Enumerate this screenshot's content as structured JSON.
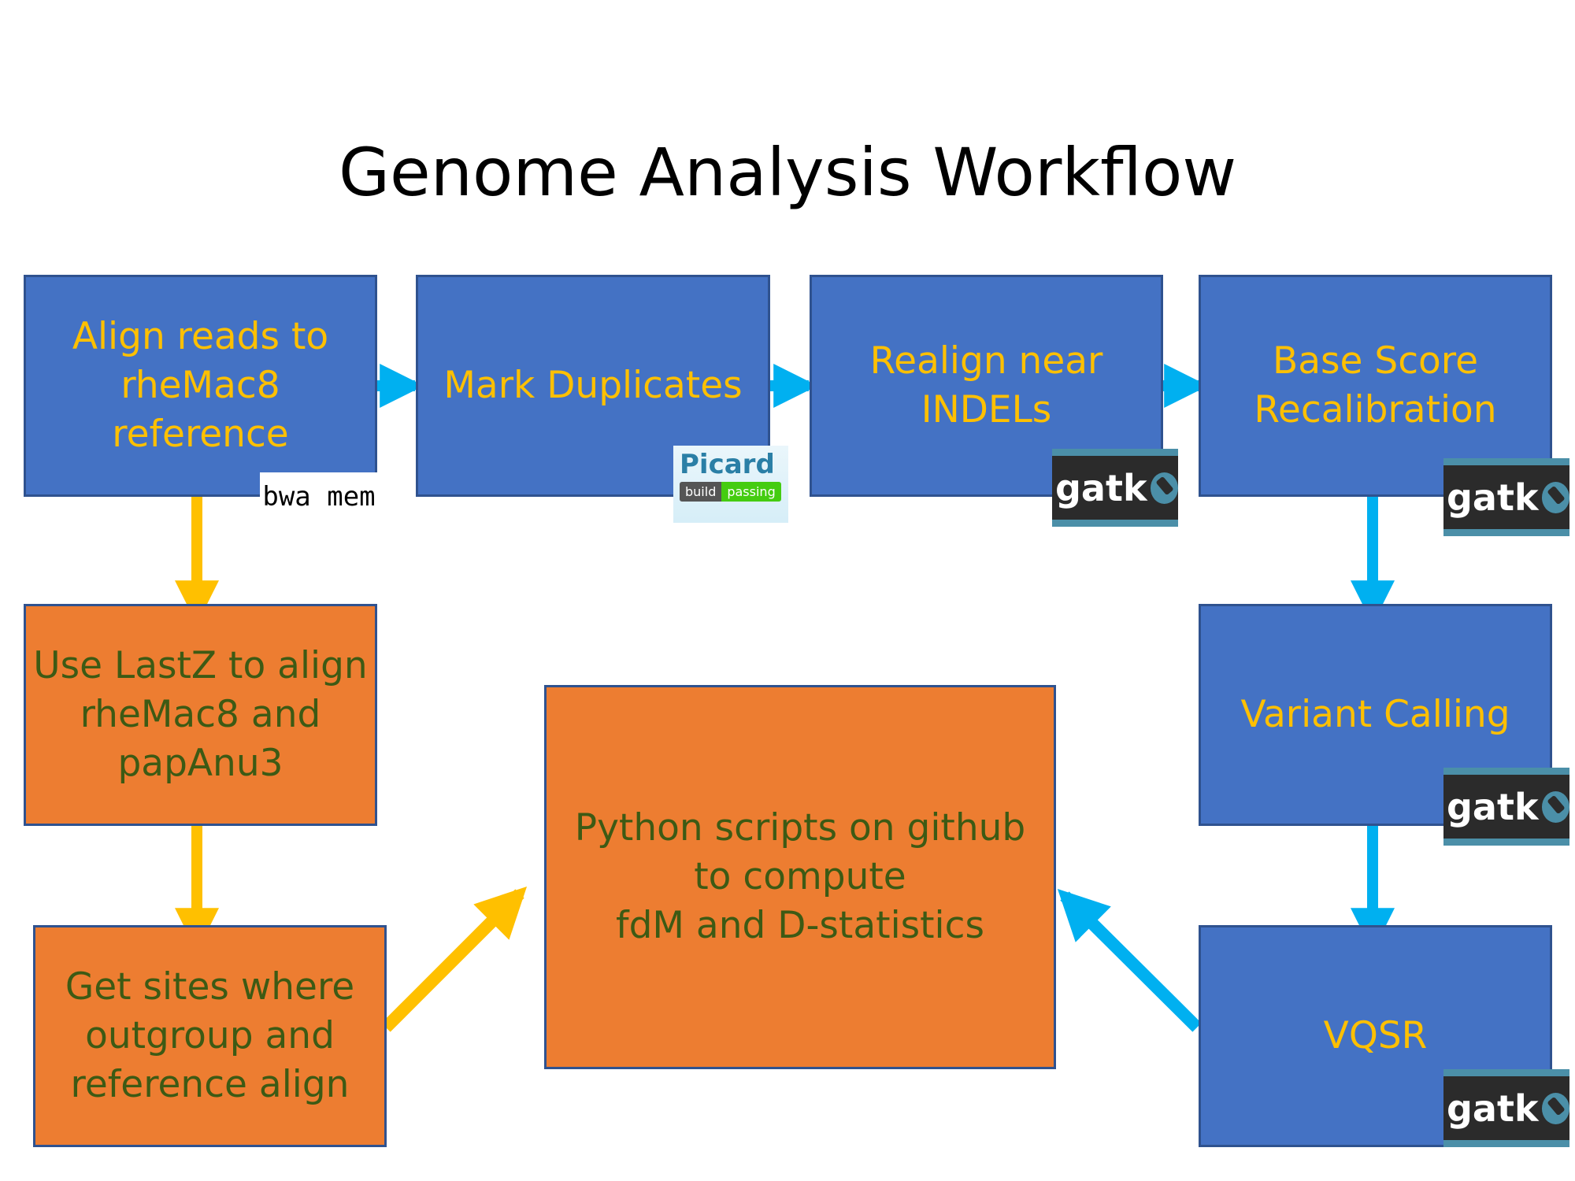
{
  "title": "Genome Analysis Workflow",
  "colors": {
    "blue_box": "#4472c4",
    "orange_box": "#ed7d31",
    "blue_text": "#ffc000",
    "orange_text": "#3d5a14",
    "blue_arrow": "#00b0f0",
    "yellow_arrow": "#ffc000"
  },
  "steps": {
    "align": "Align reads to\nrheMac8\nreference",
    "markdup": "Mark Duplicates",
    "realign": "Realign near\nINDELs",
    "bqsr": "Base Score\nRecalibration",
    "variant": "Variant Calling",
    "vqsr": "VQSR",
    "lastz": "Use LastZ to align\nrheMac8 and\npapAnu3",
    "sites": "Get sites where\noutgroup and\nreference align",
    "python": "Python scripts on github\nto compute\nfdM and D-statistics"
  },
  "tool_tags": {
    "bwa": "bwa mem",
    "picard_name": "Picard",
    "picard_badge_left": "build",
    "picard_badge_right": "passing",
    "gatk": "gatk"
  }
}
